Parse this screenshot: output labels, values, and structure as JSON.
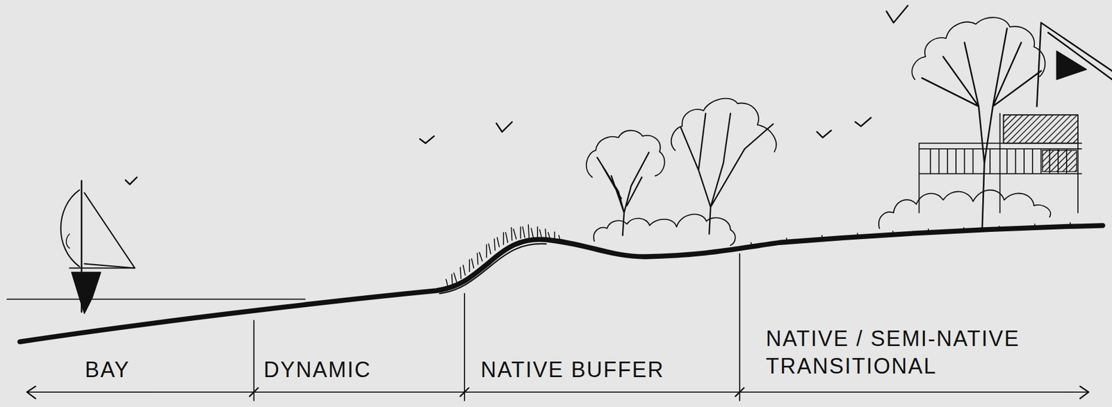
{
  "diagram": {
    "labels": [
      "BAY",
      "DYNAMIC",
      "NATIVE BUFFER",
      "NATIVE / SEMI-NATIVE TRANSITIONAL"
    ]
  }
}
